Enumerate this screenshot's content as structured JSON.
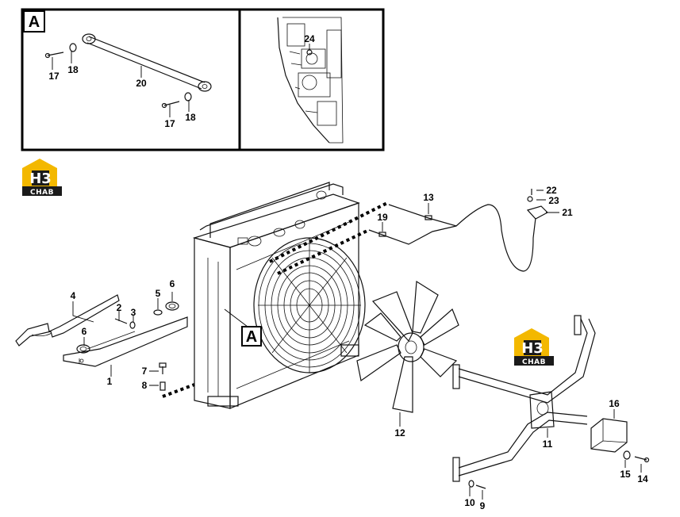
{
  "detail_panel": {
    "letter": "A",
    "labels": [
      "17",
      "18",
      "20",
      "17",
      "18",
      "24"
    ]
  },
  "main_diagram": {
    "detail_callout": "A",
    "part_labels": [
      "1",
      "2",
      "3",
      "4",
      "5",
      "6",
      "6",
      "7",
      "8",
      "9",
      "10",
      "11",
      "12",
      "13",
      "14",
      "15",
      "16",
      "19",
      "21",
      "22",
      "23"
    ]
  },
  "logos": [
    {
      "top": "H3",
      "bottom": "CHAB"
    },
    {
      "top": "H3",
      "bottom": "CHAB"
    }
  ],
  "colors": {
    "logo_yellow": "#f3b800",
    "logo_dark": "#1a1a1a",
    "line": "#111111"
  },
  "icons": [
    "h3-logo-icon"
  ]
}
